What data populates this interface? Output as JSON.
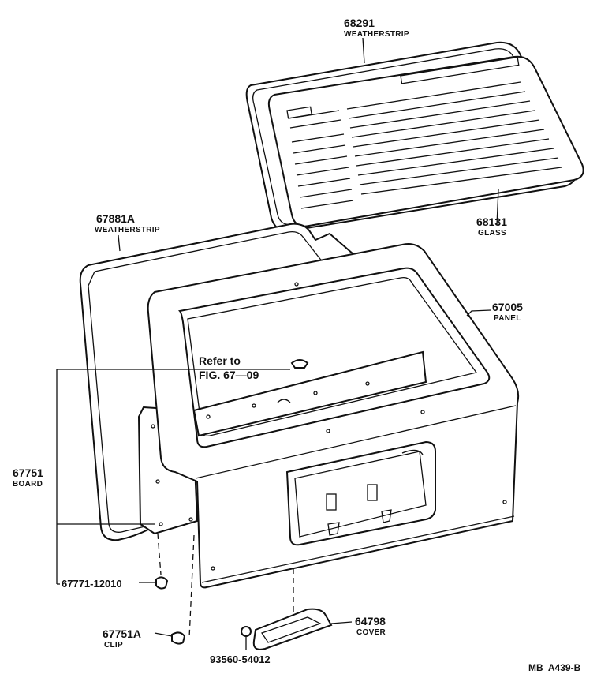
{
  "diagram": {
    "callouts": [
      {
        "id": "68291",
        "number": "68291",
        "name": "WEATHERSTRIP"
      },
      {
        "id": "68131",
        "number": "68131",
        "name": "GLASS"
      },
      {
        "id": "67881A",
        "number": "67881A",
        "name": "WEATHERSTRIP"
      },
      {
        "id": "67005",
        "number": "67005",
        "name": "PANEL"
      },
      {
        "id": "67751",
        "number": "67751",
        "name": "BOARD"
      },
      {
        "id": "67771",
        "number": "67771-12010",
        "name": ""
      },
      {
        "id": "67751A",
        "number": "67751A",
        "name": "CLIP"
      },
      {
        "id": "93560",
        "number": "93560-54012",
        "name": ""
      },
      {
        "id": "64798",
        "number": "64798",
        "name": "COVER"
      }
    ],
    "reference": {
      "line1": "Refer to",
      "line2": "FIG. 67—09"
    },
    "figure_code": "MB  A439-B"
  }
}
